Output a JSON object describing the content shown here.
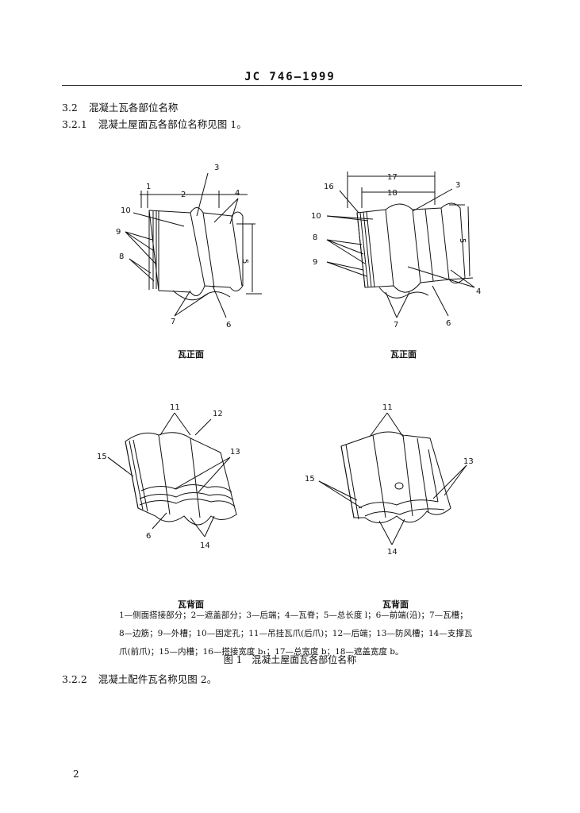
{
  "header": {
    "code": "JC 746—1999"
  },
  "section_3_2": {
    "number": "3.2",
    "title": "混凝土瓦各部位名称"
  },
  "section_3_2_1": {
    "number": "3.2.1",
    "text": "混凝土屋面瓦各部位名称见图 1。"
  },
  "figure": {
    "panel_labels": [
      "瓦正面",
      "瓦正面",
      "瓦背面",
      "瓦背面"
    ],
    "callouts_a": [
      "1",
      "2",
      "3",
      "4",
      "5",
      "6",
      "7",
      "8",
      "9",
      "10"
    ],
    "callouts_b": [
      "16",
      "17",
      "18",
      "3",
      "10",
      "8",
      "9",
      "5",
      "4",
      "7",
      "6"
    ],
    "callouts_c": [
      "11",
      "12",
      "15",
      "13",
      "6",
      "14"
    ],
    "callouts_d": [
      "11",
      "13",
      "15",
      "14"
    ],
    "legend_lines": [
      "1—侧面搭接部分；2—遮盖部分；3—后端；4—瓦脊；5—总长度 l；6—前端(沿)；7—瓦槽；",
      "8—边筋；9—外槽；10—固定孔；11—吊挂瓦爪(后爪)；12—后端；13—防风槽；14—支撑瓦",
      "爪(前爪)；15—内槽；16—搭接宽度 b₁；17—总宽度 b；18—遮盖宽度 b。"
    ],
    "caption": "图 1　混凝土屋面瓦各部位名称"
  },
  "section_3_2_2": {
    "number": "3.2.2",
    "text": "混凝土配件瓦名称见图 2。"
  },
  "page_number": "2"
}
